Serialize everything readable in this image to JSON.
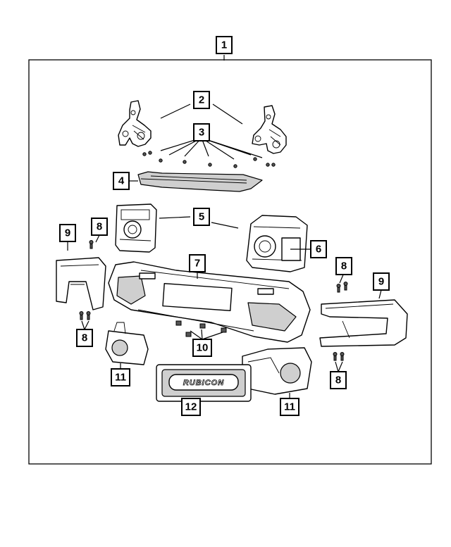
{
  "callouts": {
    "c1": "1",
    "c2": "2",
    "c3": "3",
    "c4": "4",
    "c5": "5",
    "c6": "6",
    "c7": "7",
    "c8a": "8",
    "c8b": "8",
    "c8c": "8",
    "c8d": "8",
    "c9a": "9",
    "c9b": "9",
    "c10": "10",
    "c11a": "11",
    "c11b": "11",
    "c12": "12"
  },
  "badge": {
    "text": "RUBICON"
  }
}
